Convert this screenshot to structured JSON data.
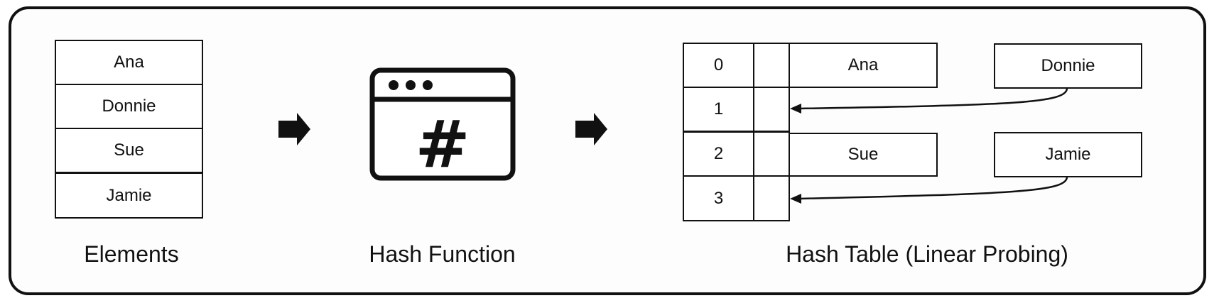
{
  "elements": {
    "items": [
      "Ana",
      "Donnie",
      "Sue",
      "Jamie"
    ],
    "caption": "Elements"
  },
  "hash_function": {
    "symbol": "#",
    "caption": "Hash Function",
    "icon": "hash-window-icon"
  },
  "hash_table": {
    "caption": "Hash Table (Linear Probing)",
    "rows": [
      {
        "index": "0",
        "value": "Ana",
        "overflow": "Donnie"
      },
      {
        "index": "1"
      },
      {
        "index": "2",
        "value": "Sue",
        "overflow": "Jamie"
      },
      {
        "index": "3"
      }
    ]
  }
}
